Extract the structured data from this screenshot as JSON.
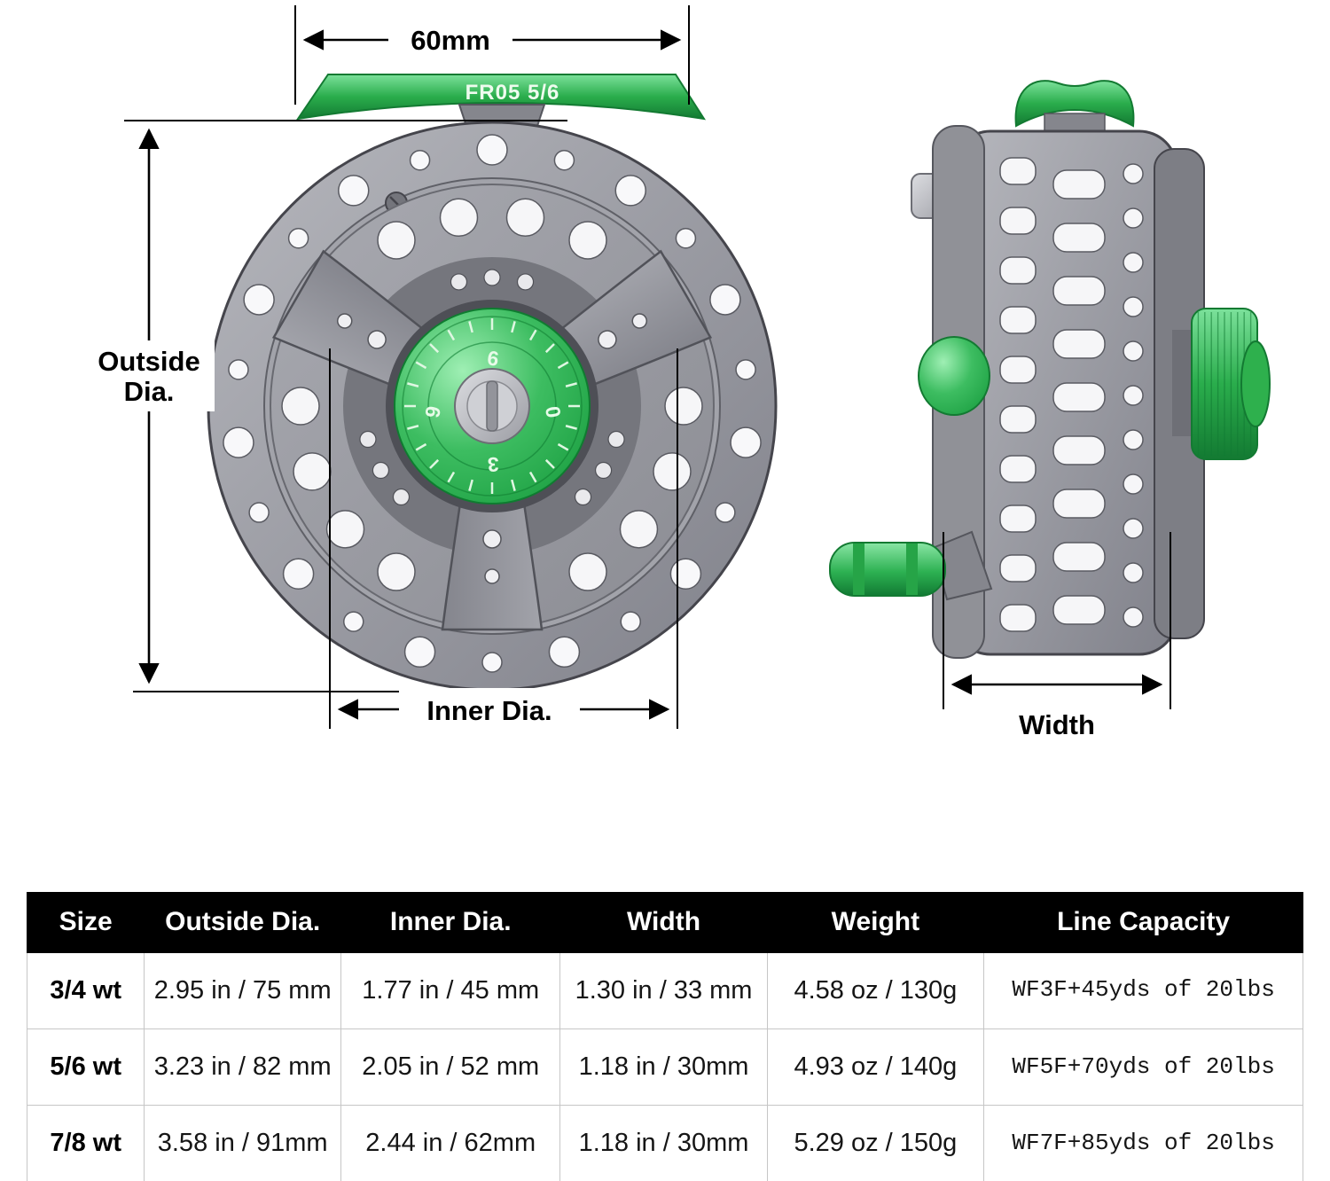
{
  "diagram": {
    "front": {
      "model": "FR05 5/6",
      "dim_top": "60mm",
      "outside_line1": "Outside",
      "outside_line2": "Dia.",
      "dim_inner": "Inner Dia.",
      "dial_numbers": [
        "6",
        "9",
        "0",
        "3"
      ]
    },
    "side": {
      "dim_width": "Width"
    },
    "colors": {
      "accent_green": "#2eb04d",
      "body_gray": "#8b8c93",
      "dimension_line": "#000000"
    }
  },
  "table": {
    "headers": [
      "Size",
      "Outside Dia.",
      "Inner Dia.",
      "Width",
      "Weight",
      "Line Capacity"
    ],
    "rows": [
      [
        "3/4 wt",
        "2.95 in / 75 mm",
        "1.77 in / 45 mm",
        "1.30 in / 33 mm",
        "4.58 oz / 130g",
        "WF3F+45yds of 20lbs"
      ],
      [
        "5/6 wt",
        "3.23 in / 82 mm",
        "2.05 in / 52 mm",
        "1.18 in / 30mm",
        "4.93 oz / 140g",
        "WF5F+70yds of 20lbs"
      ],
      [
        "7/8 wt",
        "3.58 in / 91mm",
        "2.44 in / 62mm",
        "1.18 in / 30mm",
        "5.29 oz / 150g",
        "WF7F+85yds of 20lbs"
      ]
    ]
  }
}
